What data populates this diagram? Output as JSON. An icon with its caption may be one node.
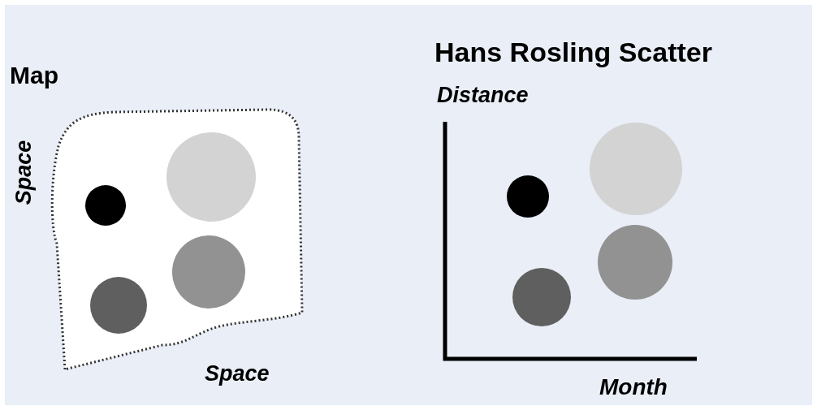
{
  "diagram": {
    "labels": [
      "Hans Rosling Scatter",
      "Map",
      "Distance",
      "Space",
      "Space",
      "Month"
    ]
  }
}
